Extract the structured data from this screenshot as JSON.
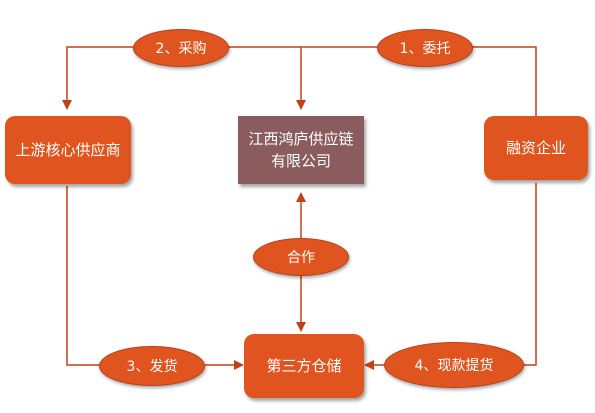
{
  "colors": {
    "orange_fill": "#e0541f",
    "center_fill": "#8a5c5e",
    "line": "#c0401a"
  },
  "nodes": {
    "upstream_supplier": "上游核心供应商",
    "company_line1": "江西鸿庐供应链",
    "company_line2": "有限公司",
    "financing_enterprise": "融资企业",
    "warehouse": "第三方仓储"
  },
  "edges": {
    "entrust": "1、委托",
    "purchase": "2、采购",
    "ship": "3、发货",
    "cash_pickup": "4、现款提货",
    "cooperate": "合作"
  }
}
